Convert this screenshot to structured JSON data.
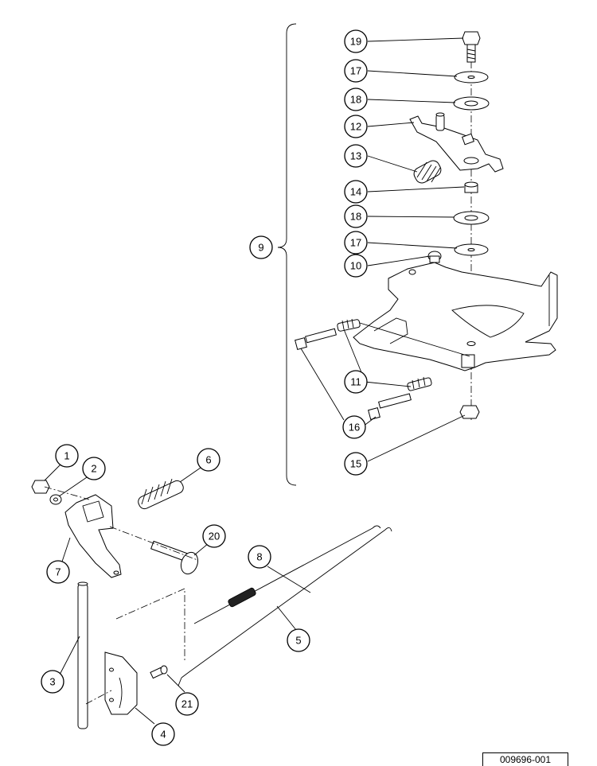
{
  "diagram": {
    "callouts": [
      {
        "id": "c1",
        "label": "1"
      },
      {
        "id": "c2",
        "label": "2"
      },
      {
        "id": "c3",
        "label": "3"
      },
      {
        "id": "c4",
        "label": "4"
      },
      {
        "id": "c5",
        "label": "5"
      },
      {
        "id": "c6",
        "label": "6"
      },
      {
        "id": "c7",
        "label": "7"
      },
      {
        "id": "c8",
        "label": "8"
      },
      {
        "id": "c9",
        "label": "9"
      },
      {
        "id": "c10",
        "label": "10"
      },
      {
        "id": "c11",
        "label": "11"
      },
      {
        "id": "c12",
        "label": "12"
      },
      {
        "id": "c13",
        "label": "13"
      },
      {
        "id": "c14",
        "label": "14"
      },
      {
        "id": "c15",
        "label": "15"
      },
      {
        "id": "c16",
        "label": "16"
      },
      {
        "id": "c17a",
        "label": "17"
      },
      {
        "id": "c17b",
        "label": "17"
      },
      {
        "id": "c18a",
        "label": "18"
      },
      {
        "id": "c18b",
        "label": "18"
      },
      {
        "id": "c19",
        "label": "19"
      },
      {
        "id": "c20",
        "label": "20"
      },
      {
        "id": "c21",
        "label": "21"
      }
    ],
    "reference_number": "009696-001"
  }
}
